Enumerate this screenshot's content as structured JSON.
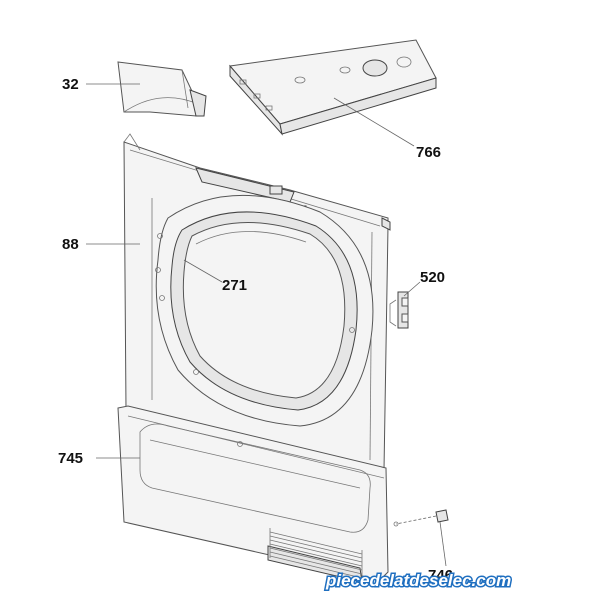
{
  "labels": {
    "l32": "32",
    "l766": "766",
    "l88": "88",
    "l271": "271",
    "l520": "520",
    "l745": "745",
    "l746": "746"
  },
  "watermark": {
    "text": "piecedelatdeselec.com",
    "fill": "#ffffff",
    "stroke": "#1f6fc0"
  }
}
